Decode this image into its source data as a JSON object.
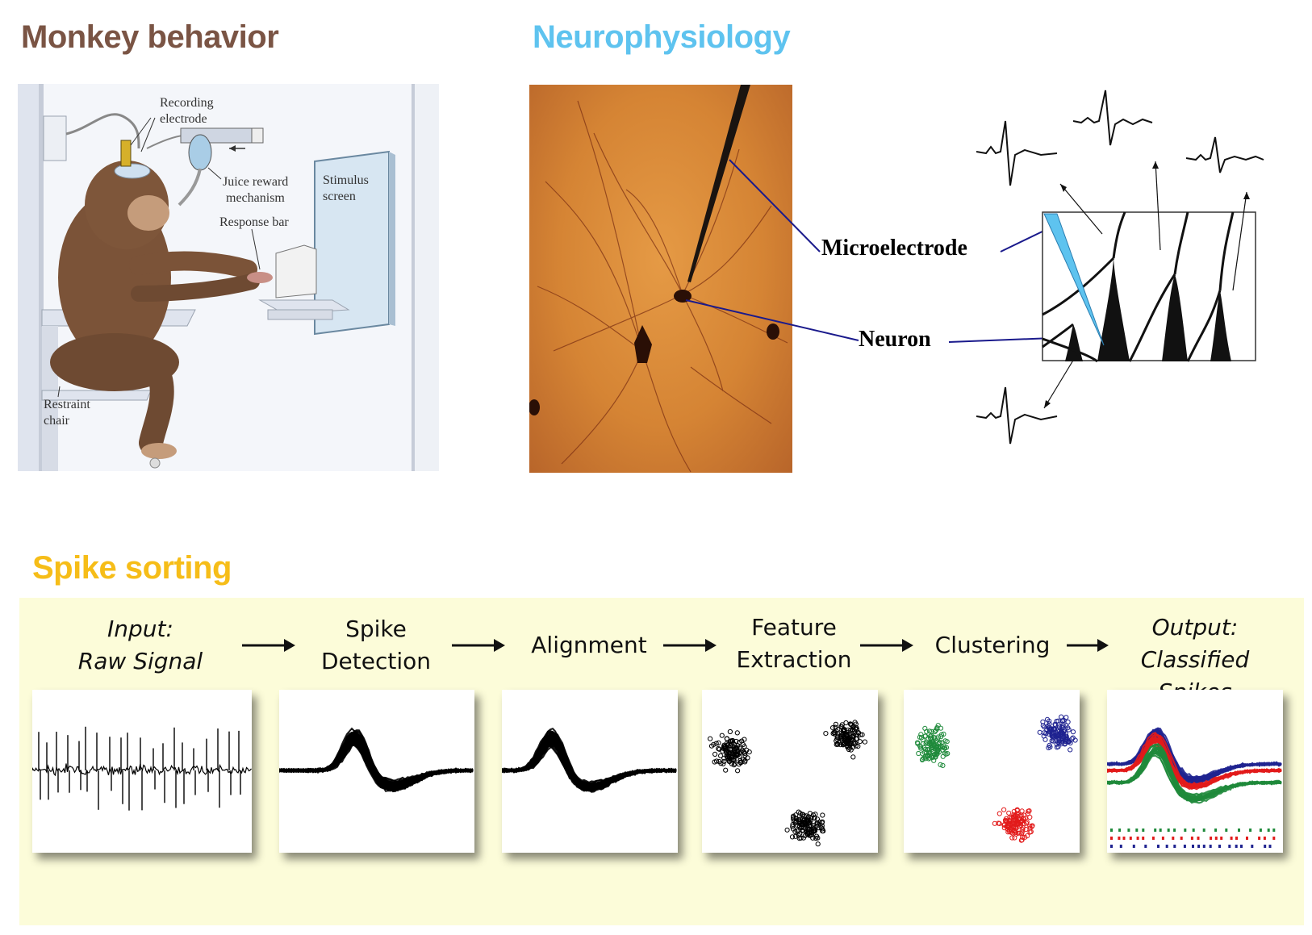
{
  "sections": {
    "monkey": "Monkey behavior",
    "neuro": "Neurophysiology",
    "spike": "Spike sorting"
  },
  "monkey_labels": {
    "recording": [
      "Recording",
      "electrode"
    ],
    "juice": [
      "Juice reward",
      "mechanism"
    ],
    "stimulus": [
      "Stimulus",
      "screen"
    ],
    "response": "Response bar",
    "restraint": [
      "Restraint",
      "chair"
    ]
  },
  "neuro_labels": {
    "microelectrode": "Microelectrode",
    "neuron": "Neuron"
  },
  "pipeline": [
    {
      "line1": "Input:",
      "line2": "Raw Signal",
      "italic": true
    },
    {
      "line1": "Spike",
      "line2": "Detection",
      "italic": false
    },
    {
      "line1": "Alignment",
      "line2": "",
      "italic": false
    },
    {
      "line1": "Feature",
      "line2": "Extraction",
      "italic": false
    },
    {
      "line1": "Clustering",
      "line2": "",
      "italic": false
    },
    {
      "line1": "Output:",
      "line2": "Classified Spikes",
      "italic": true
    }
  ],
  "colors": {
    "monkey_title": "#7a5444",
    "neuro_title": "#5ec3ef",
    "spike_title": "#f6bd18",
    "panel_bg": "#fcfcd9",
    "cluster_green": "#1f8a3b",
    "cluster_blue": "#1f2390",
    "cluster_red": "#e21b1b",
    "connector": "#1a1a8c"
  }
}
